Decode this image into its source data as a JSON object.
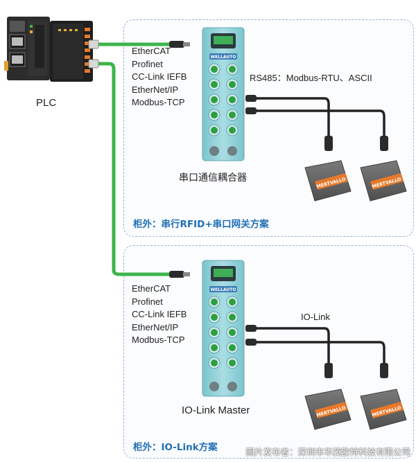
{
  "plc": {
    "label": "PLC"
  },
  "protocols": [
    "EtherCAT",
    "Profinet",
    "CC-Link IEFB",
    "EtherNet/IP",
    "Modbus-TCP"
  ],
  "panel_top": {
    "device_caption": "串口通信耦合器",
    "link_label": "RS485：Modbus-RTU、ASCII",
    "title": "柜外：串行RFID+串口网关方案"
  },
  "panel_bottom": {
    "device_caption": "IO-Link Master",
    "link_label": "IO-Link",
    "title": "柜外：IO-Link方案"
  },
  "module_brand": "WELLAUTO",
  "tag_brand": "MERTVALLO",
  "watermark": "图片发布者：深圳市华茂欧特科技有限公司",
  "colors": {
    "panel_border": "#9ab4cf",
    "ethernet_cable": "#3cb54a",
    "module_body": "#8fd0d8",
    "module_port": "#2f9e3f",
    "title_blue": "#1f6fb5",
    "tag_body": "#6b6b6b",
    "tag_label": "#e6792b"
  },
  "icons": [
    "plc-controller-icon",
    "rj45-connector-icon",
    "m12-connector-icon",
    "rfid-reader-icon"
  ]
}
